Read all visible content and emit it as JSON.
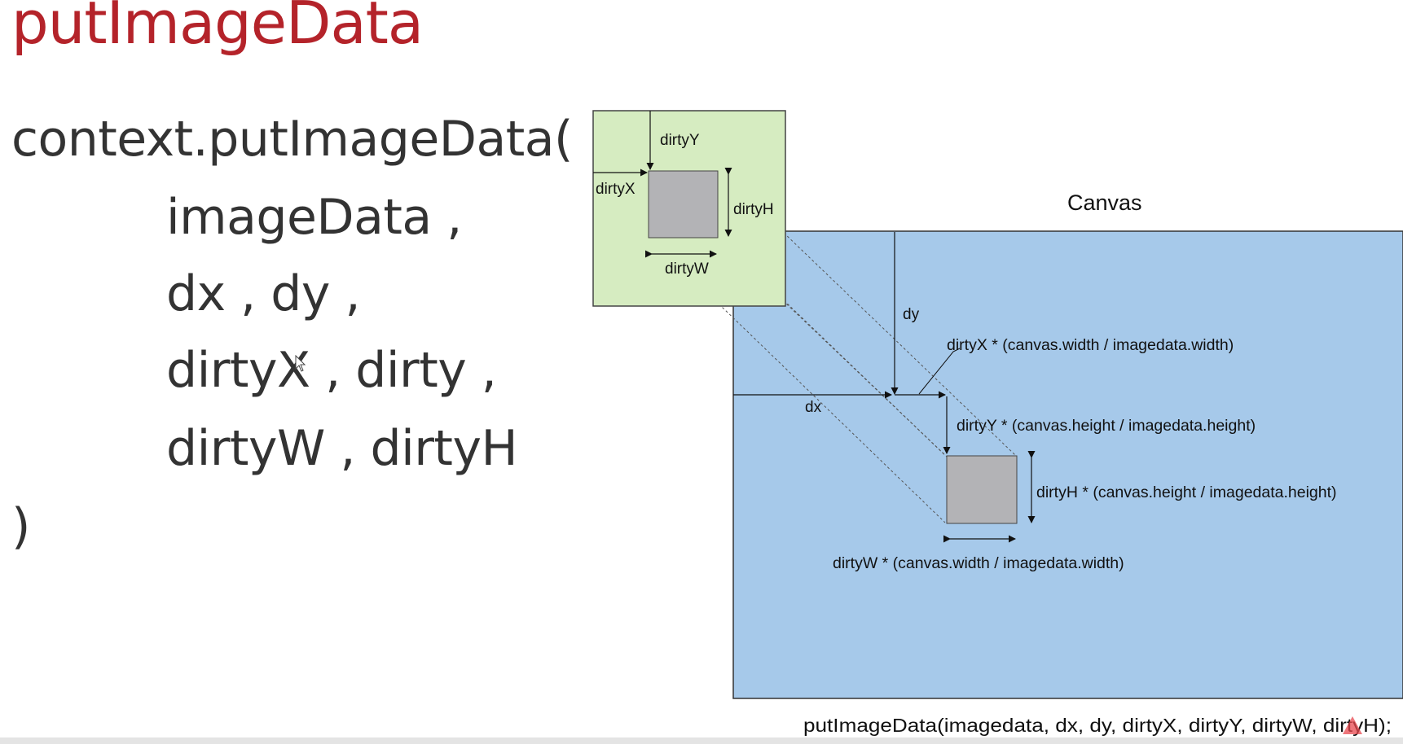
{
  "title": "putImageData",
  "code": {
    "line1": "context.putImageData(",
    "line2": "imageData ,",
    "line3": "dx , dy ,",
    "line4": "dirtyX , dirty ,",
    "line5": "dirtyW , dirtyH",
    "line6": ")"
  },
  "diagram": {
    "canvas_label": "Canvas",
    "image_labels": {
      "dirtyY": "dirtyY",
      "dirtyX": "dirtyX",
      "dirtyH": "dirtyH",
      "dirtyW": "dirtyW"
    },
    "canvas_labels": {
      "dy": "dy",
      "dx": "dx",
      "dirtyX_scaled": "dirtyX * (canvas.width / imagedata.width)",
      "dirtyY_scaled": "dirtyY * (canvas.height / imagedata.height)",
      "dirtyH_scaled": "dirtyH * (canvas.height / imagedata.height)",
      "dirtyW_scaled": "dirtyW * (canvas.width / imagedata.width)"
    },
    "caption": "putImageData(imagedata, dx, dy, dirtyX, dirtyY, dirtyW, dirtyH);",
    "colors": {
      "canvas_fill": "#a6c9ea",
      "image_fill": "#d6ecc1",
      "dirty_rect_fill": "#b3b3b6",
      "title_color": "#b4232a"
    }
  }
}
